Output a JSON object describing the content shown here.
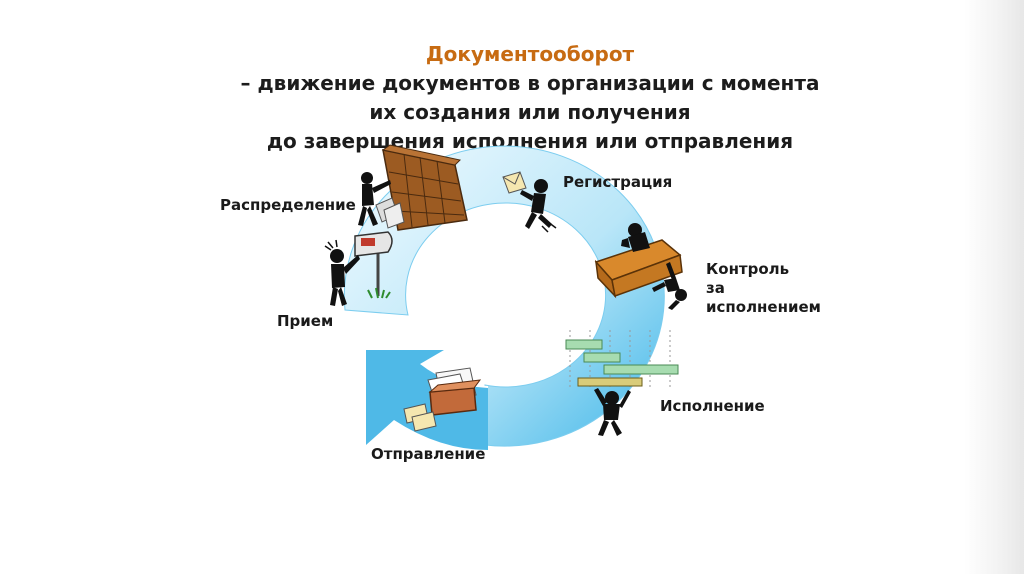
{
  "title": {
    "term": "Документооборот",
    "lines": [
      "– движение документов в организации с момента",
      "их создания или получения",
      "до завершения исполнения или отправления"
    ]
  },
  "stages": {
    "distribution": "Распределение",
    "registration": "Регистрация",
    "control": [
      "Контроль",
      "за",
      "исполнением"
    ],
    "reception": "Прием",
    "execution": "Исполнение",
    "sending": "Отправление"
  },
  "colors": {
    "title_accent": "#c76b12",
    "arrow_light": "#eaf7fd",
    "arrow_dark": "#3fb6e8"
  }
}
